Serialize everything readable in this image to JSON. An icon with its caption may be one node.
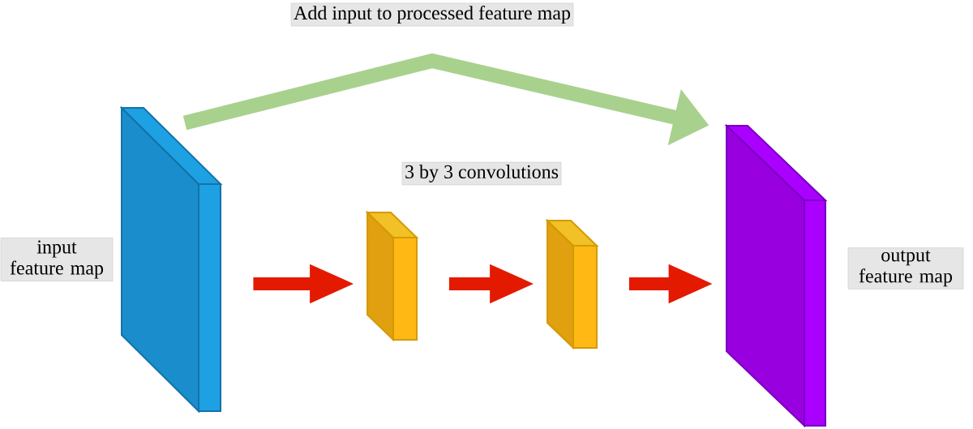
{
  "diagram": {
    "nodes": [
      {
        "text": [],
        "shape": "box"
      },
      {
        "text": [],
        "shape": "box"
      },
      {
        "text": [],
        "shape": "box"
      },
      {
        "text": [],
        "shape": "box"
      }
    ],
    "edges": [
      {
        "from": 0,
        "to": 1,
        "arrow": "to"
      },
      {
        "from": 1,
        "to": 2,
        "arrow": "to"
      },
      {
        "from": 2,
        "to": 3,
        "arrow": "to"
      },
      {
        "from": 0,
        "to": 3,
        "arrow": "to",
        "label": "Add input to processed feature map",
        "color": "#a9d18e"
      }
    ],
    "labels": [
      "3 by 3 convolutions",
      "input feature map",
      "output feature map"
    ]
  }
}
